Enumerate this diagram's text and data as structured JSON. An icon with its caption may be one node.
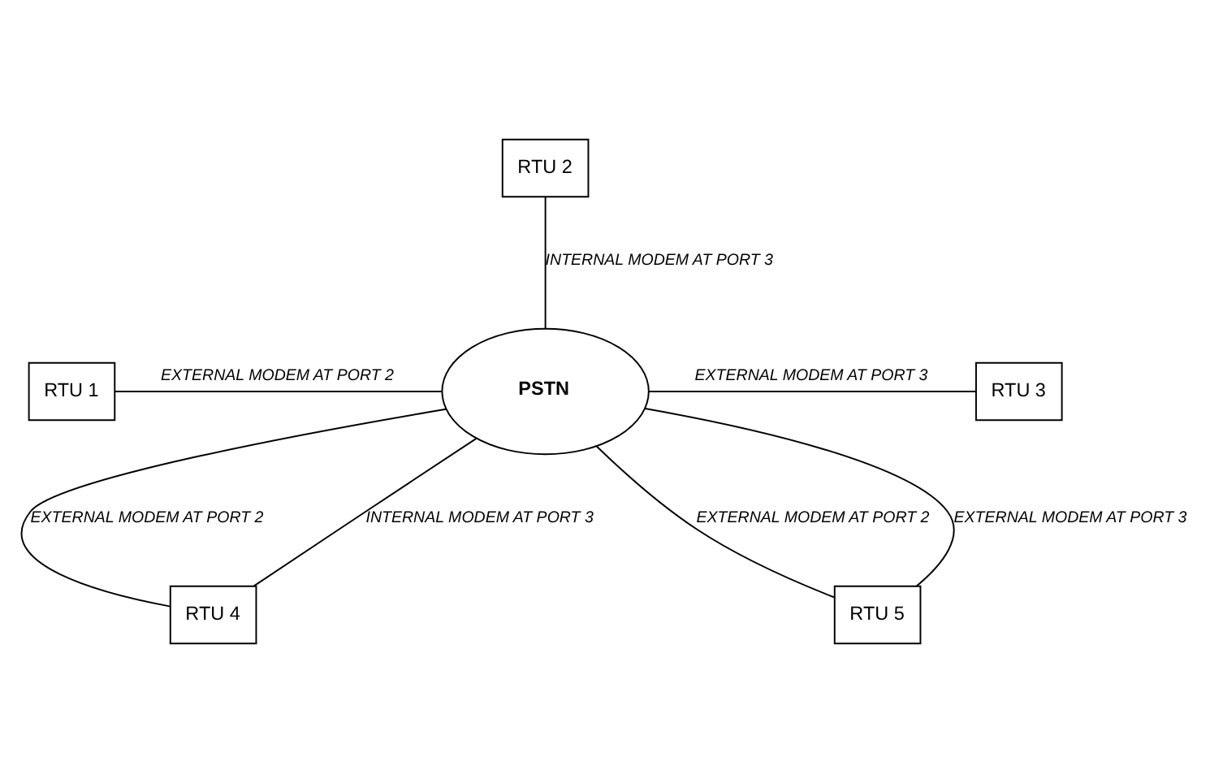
{
  "diagram": {
    "nodes": [
      {
        "text": [
          "RTU 2"
        ]
      },
      {
        "text": [
          "RTU 1"
        ]
      },
      {
        "text": [
          "PSTN"
        ]
      },
      {
        "text": [
          "RTU 3"
        ]
      },
      {
        "text": [
          "RTU 4"
        ]
      },
      {
        "text": [
          "RTU 5"
        ]
      }
    ],
    "edges": [
      {
        "from": 0,
        "to": 2,
        "arrow": "none",
        "label": "INTERNAL MODEM AT PORT 3"
      },
      {
        "from": 1,
        "to": 2,
        "arrow": "none",
        "label": "EXTERNAL MODEM AT PORT 2"
      },
      {
        "from": 2,
        "to": 3,
        "arrow": "none",
        "label": "EXTERNAL MODEM AT PORT 3"
      },
      {
        "from": 2,
        "to": 4,
        "arrow": "none",
        "label": "EXTERNAL MODEM AT PORT 2"
      },
      {
        "from": 2,
        "to": 4,
        "arrow": "none",
        "label": "INTERNAL MODEM AT PORT 3"
      },
      {
        "from": 2,
        "to": 5,
        "arrow": "none",
        "label": "EXTERNAL MODEM AT PORT 2"
      },
      {
        "from": 2,
        "to": 5,
        "arrow": "none",
        "label": "EXTERNAL MODEM AT PORT 3"
      }
    ]
  }
}
